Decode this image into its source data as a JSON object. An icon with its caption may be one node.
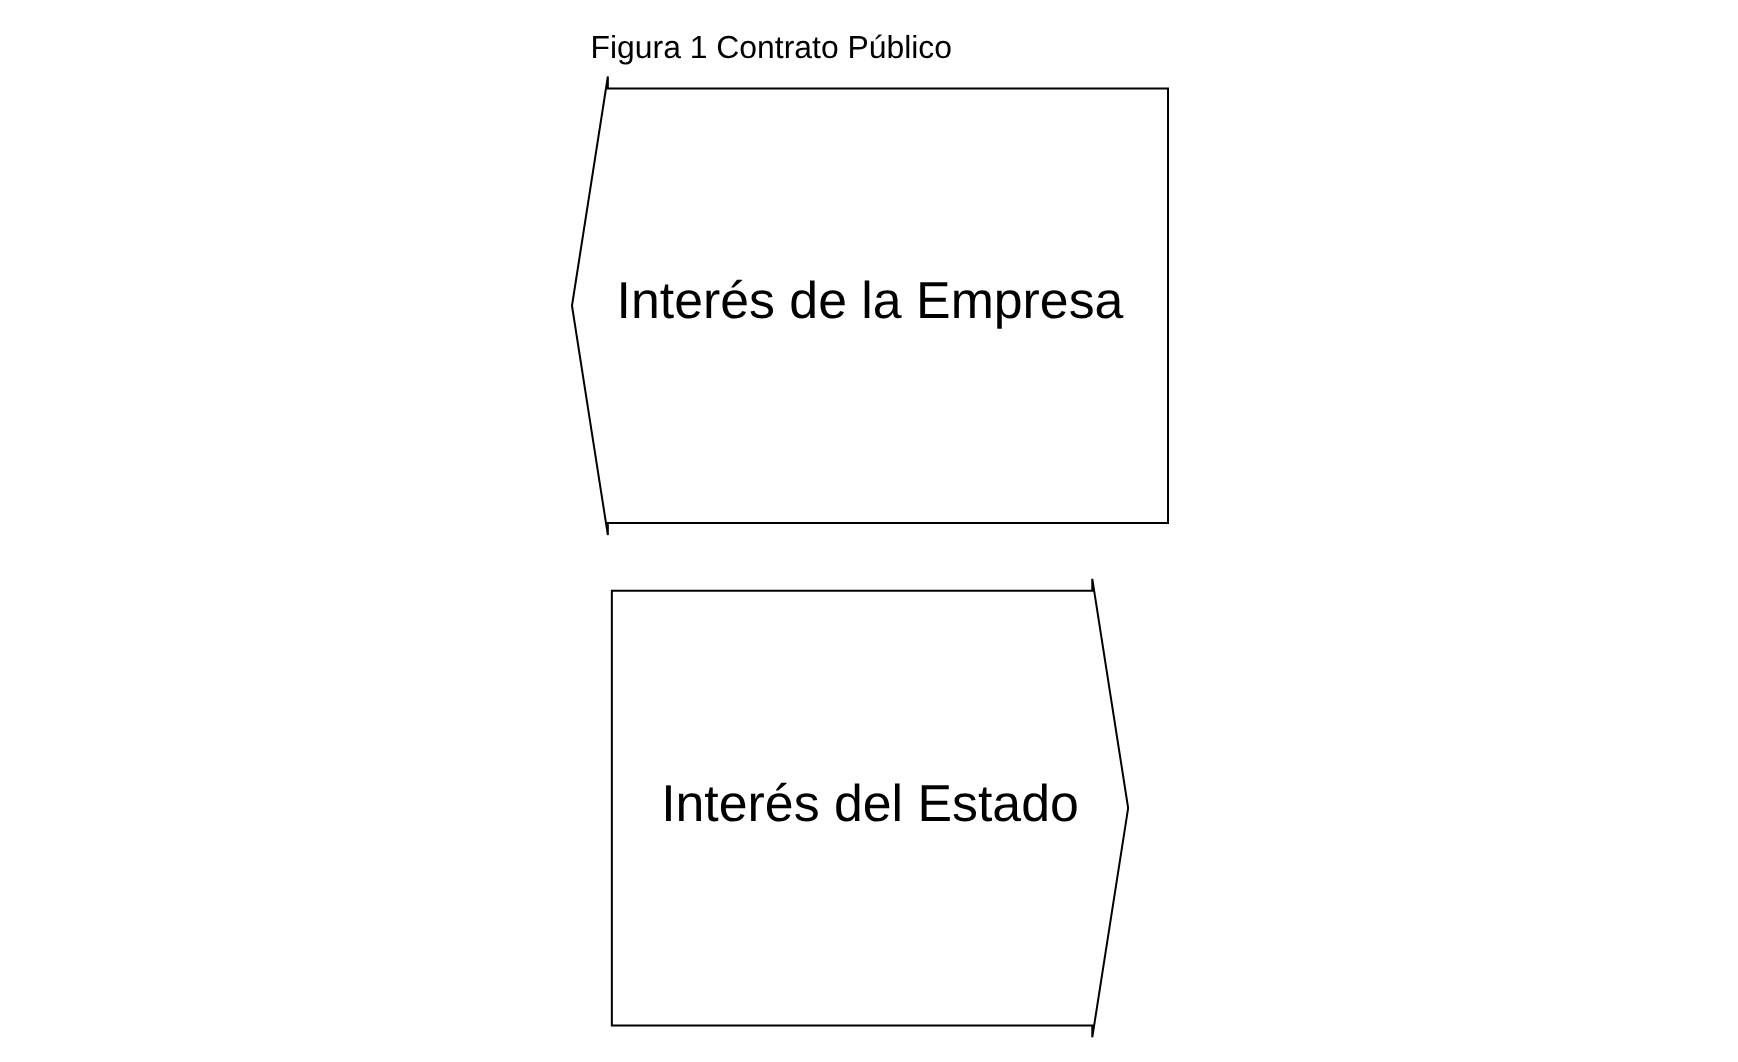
{
  "diagram": {
    "title": "Figura 1 Contrato Público",
    "nodes": [
      {
        "text": [
          "Interés del Estado"
        ]
      },
      {
        "text": [
          "Interés de la Empresa"
        ]
      }
    ],
    "edges": []
  }
}
